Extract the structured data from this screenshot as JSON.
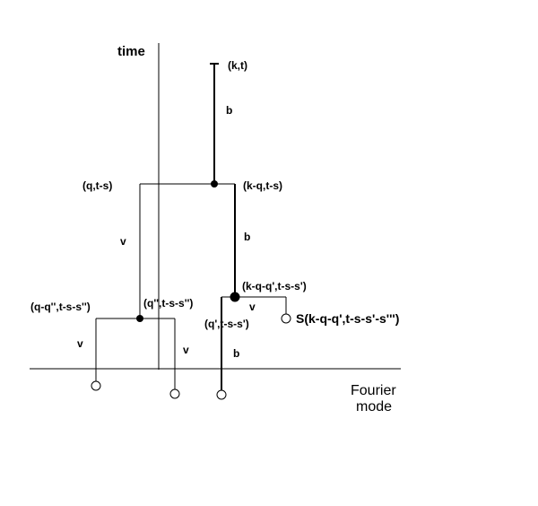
{
  "axis": {
    "time_label": "time",
    "fourier_label_line1": "Fourier",
    "fourier_label_line2": "mode"
  },
  "nodes": {
    "top": "(k,t)",
    "q_left": "(q,t-s)",
    "kq_right": "(k-q,t-s)",
    "kqq": "(k-q-q',t-s-s')",
    "qqq": "(q-q'',t-s-s'')",
    "qpp": "(q'',t-s-s'')",
    "qp": "(q',t-s-s')",
    "source": "S(k-q-q',t-s-s'-s''')"
  },
  "edges": {
    "b_top": "b",
    "v_left": "v",
    "b_right": "b",
    "v_small": "v",
    "v_bottom_left": "v",
    "v_bottom_mid": "v",
    "b_bottom": "b"
  }
}
